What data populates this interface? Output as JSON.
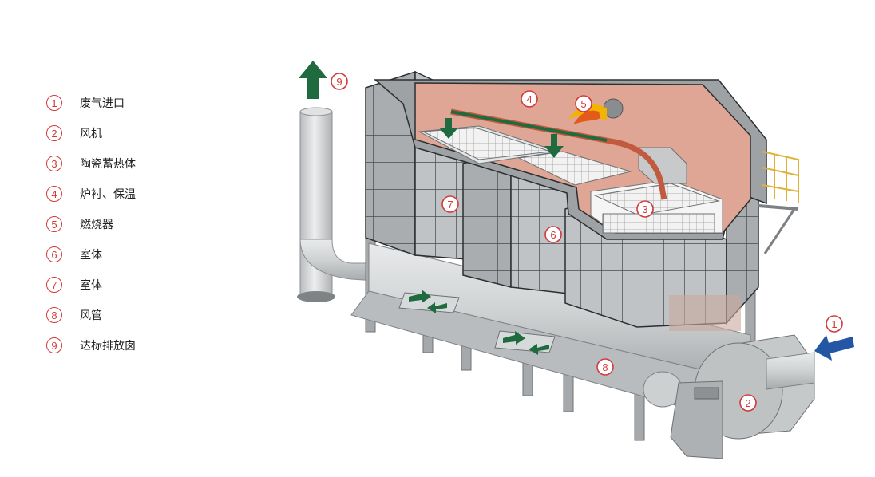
{
  "legend": {
    "items": [
      {
        "num": "1",
        "label": "废气进口"
      },
      {
        "num": "2",
        "label": "风机"
      },
      {
        "num": "3",
        "label": "陶瓷蓄热体"
      },
      {
        "num": "4",
        "label": "炉衬、保温"
      },
      {
        "num": "5",
        "label": "燃烧器"
      },
      {
        "num": "6",
        "label": "室体"
      },
      {
        "num": "7",
        "label": "室体"
      },
      {
        "num": "8",
        "label": "风管"
      },
      {
        "num": "9",
        "label": "达标排放囱"
      }
    ]
  },
  "markers": {
    "m1": "1",
    "m2": "2",
    "m3": "3",
    "m4": "4",
    "m5": "5",
    "m6": "6",
    "m7": "7",
    "m8": "8",
    "m9": "9"
  },
  "colors": {
    "marker": "#d23a3a",
    "flow_arrow": "#1f6b3f",
    "inlet_arrow": "#2456a6",
    "chamber_interior": "#dfa595",
    "panel": "#bfc3c5",
    "panel_dark": "#9ea2a4",
    "outline": "#2c2f30"
  }
}
